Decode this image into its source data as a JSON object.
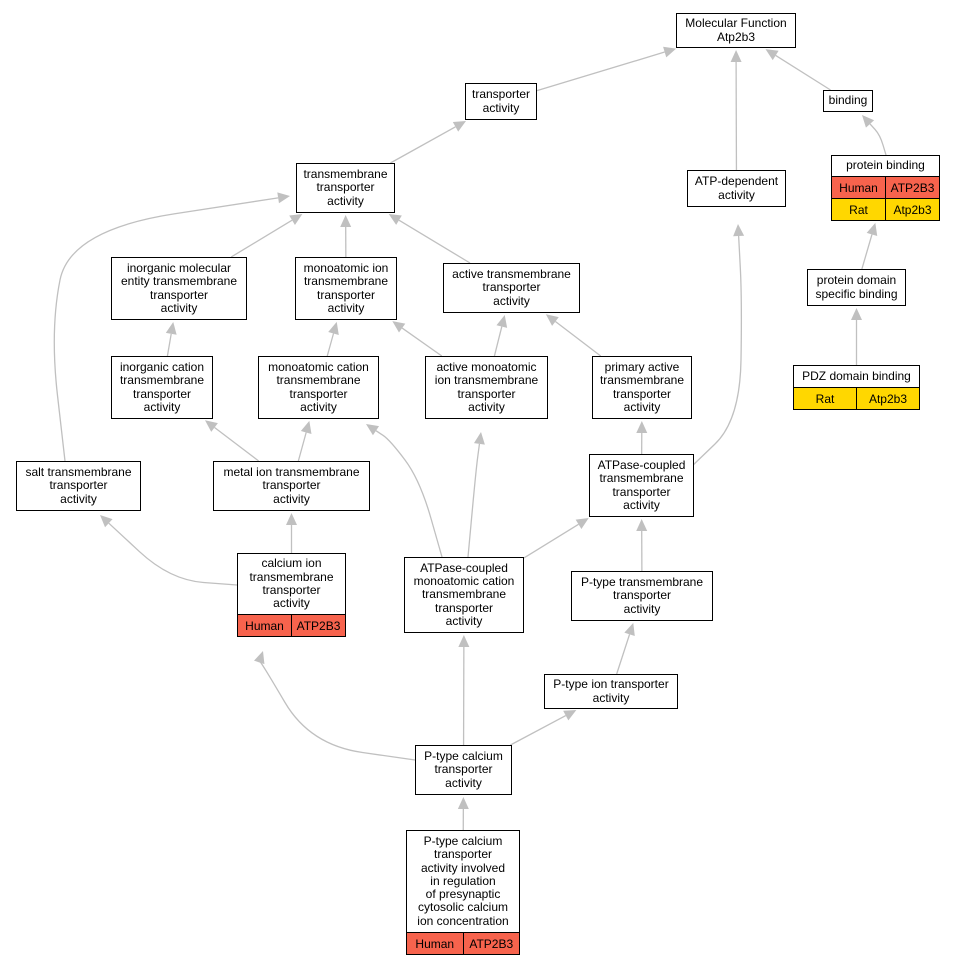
{
  "colors": {
    "edge": "#c0c0c0",
    "human": "#f7634d",
    "rat": "#ffd700"
  },
  "nodes": [
    {
      "id": "mf",
      "label": "Molecular Function\nAtp2b3"
    },
    {
      "id": "transporter",
      "label": "transporter\nactivity"
    },
    {
      "id": "binding",
      "label": "binding"
    },
    {
      "id": "protein_binding",
      "label": "protein binding",
      "annotations": [
        {
          "species": "Human",
          "gene": "ATP2B3"
        },
        {
          "species": "Rat",
          "gene": "Atp2b3"
        }
      ]
    },
    {
      "id": "tm_transporter",
      "label": "transmembrane\ntransporter\nactivity"
    },
    {
      "id": "atp_dependent",
      "label": "ATP-dependent\nactivity"
    },
    {
      "id": "inorganic_molecular",
      "label": "inorganic molecular\nentity transmembrane\ntransporter\nactivity"
    },
    {
      "id": "monoatomic_ion",
      "label": "monoatomic ion\ntransmembrane\ntransporter\nactivity"
    },
    {
      "id": "active_tm",
      "label": "active transmembrane\ntransporter\nactivity"
    },
    {
      "id": "protein_domain",
      "label": "protein domain\nspecific binding"
    },
    {
      "id": "inorganic_cation",
      "label": "inorganic cation\ntransmembrane\ntransporter\nactivity"
    },
    {
      "id": "monoatomic_cation",
      "label": "monoatomic cation\ntransmembrane\ntransporter\nactivity"
    },
    {
      "id": "active_monoatomic",
      "label": "active monoatomic\nion transmembrane\ntransporter\nactivity"
    },
    {
      "id": "primary_active",
      "label": "primary active\ntransmembrane\ntransporter\nactivity"
    },
    {
      "id": "pdz",
      "label": "PDZ domain binding",
      "annotations": [
        {
          "species": "Rat",
          "gene": "Atp2b3"
        }
      ]
    },
    {
      "id": "salt_tm",
      "label": "salt transmembrane\ntransporter\nactivity"
    },
    {
      "id": "metal_ion",
      "label": "metal ion transmembrane\ntransporter\nactivity"
    },
    {
      "id": "atpase_coupled",
      "label": "ATPase-coupled\ntransmembrane\ntransporter\nactivity"
    },
    {
      "id": "calcium_ion",
      "label": "calcium ion\ntransmembrane\ntransporter\nactivity",
      "annotations": [
        {
          "species": "Human",
          "gene": "ATP2B3"
        }
      ]
    },
    {
      "id": "atpase_monoatomic",
      "label": "ATPase-coupled\nmonoatomic cation\ntransmembrane\ntransporter\nactivity"
    },
    {
      "id": "ptype_tm",
      "label": "P-type transmembrane\ntransporter\nactivity"
    },
    {
      "id": "ptype_ion",
      "label": "P-type ion transporter\nactivity"
    },
    {
      "id": "ptype_calcium",
      "label": "P-type calcium\ntransporter\nactivity"
    },
    {
      "id": "ptype_calcium_presynaptic",
      "label": "P-type calcium\ntransporter\nactivity involved\nin regulation\nof presynaptic\ncytosolic calcium\nion concentration",
      "annotations": [
        {
          "species": "Human",
          "gene": "ATP2B3"
        }
      ]
    }
  ],
  "edges": [
    {
      "from": "transporter",
      "to": "mf"
    },
    {
      "from": "atp_dependent",
      "to": "mf"
    },
    {
      "from": "binding",
      "to": "mf"
    },
    {
      "from": "protein_binding",
      "to": "binding"
    },
    {
      "from": "tm_transporter",
      "to": "transporter"
    },
    {
      "from": "inorganic_molecular",
      "to": "tm_transporter"
    },
    {
      "from": "monoatomic_ion",
      "to": "tm_transporter"
    },
    {
      "from": "active_tm",
      "to": "tm_transporter"
    },
    {
      "from": "salt_tm",
      "to": "tm_transporter"
    },
    {
      "from": "protein_domain",
      "to": "protein_binding"
    },
    {
      "from": "pdz",
      "to": "protein_domain"
    },
    {
      "from": "inorganic_cation",
      "to": "inorganic_molecular"
    },
    {
      "from": "monoatomic_cation",
      "to": "monoatomic_ion"
    },
    {
      "from": "active_monoatomic",
      "to": "monoatomic_ion"
    },
    {
      "from": "active_monoatomic",
      "to": "active_tm"
    },
    {
      "from": "primary_active",
      "to": "active_tm"
    },
    {
      "from": "metal_ion",
      "to": "inorganic_cation"
    },
    {
      "from": "metal_ion",
      "to": "monoatomic_cation"
    },
    {
      "from": "atpase_coupled",
      "to": "primary_active"
    },
    {
      "from": "atpase_coupled",
      "to": "atp_dependent"
    },
    {
      "from": "calcium_ion",
      "to": "metal_ion"
    },
    {
      "from": "calcium_ion",
      "to": "salt_tm"
    },
    {
      "from": "atpase_monoatomic",
      "to": "monoatomic_cation"
    },
    {
      "from": "atpase_monoatomic",
      "to": "active_monoatomic"
    },
    {
      "from": "atpase_monoatomic",
      "to": "atpase_coupled"
    },
    {
      "from": "ptype_tm",
      "to": "atpase_coupled"
    },
    {
      "from": "ptype_ion",
      "to": "ptype_tm"
    },
    {
      "from": "ptype_calcium",
      "to": "ptype_ion"
    },
    {
      "from": "ptype_calcium",
      "to": "atpase_monoatomic"
    },
    {
      "from": "ptype_calcium",
      "to": "calcium_ion"
    },
    {
      "from": "ptype_calcium_presynaptic",
      "to": "ptype_calcium"
    }
  ]
}
